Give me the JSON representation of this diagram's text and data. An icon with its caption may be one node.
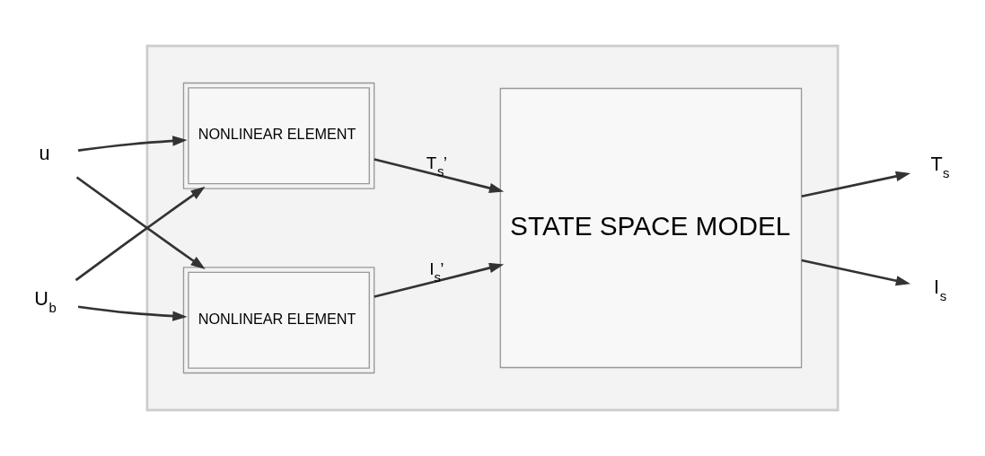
{
  "diagram": {
    "nodes": [
      {
        "text": [],
        "shape": "box"
      },
      {
        "text": [
          "u"
        ]
      },
      {
        "text": [
          "U$_{b}$"
        ]
      },
      {
        "text": [
          "NONLINEAR ELEMENT"
        ],
        "in": 0
      },
      {
        "text": [
          "NONLINEAR ELEMENT"
        ],
        "in": 0
      },
      {
        "text": [
          "STATE SPACE MODEL"
        ],
        "in": 0
      },
      {
        "text": [
          "T$_{s}$"
        ]
      },
      {
        "text": [
          "I$_{s}$"
        ]
      }
    ],
    "edges": [
      {
        "from": 1,
        "to": 3,
        "arrow": "to"
      },
      {
        "from": 1,
        "to": 4,
        "arrow": "to"
      },
      {
        "from": 2,
        "to": 3,
        "arrow": "to"
      },
      {
        "from": 2,
        "to": 4,
        "arrow": "to"
      },
      {
        "from": 3,
        "to": 5,
        "arrow": "to",
        "label": "T$_{s}$’"
      },
      {
        "from": 4,
        "to": 5,
        "arrow": "to",
        "label": "I$_{s}$’"
      },
      {
        "from": 5,
        "to": 6,
        "arrow": "to"
      },
      {
        "from": 5,
        "to": 7,
        "arrow": "to"
      }
    ]
  }
}
